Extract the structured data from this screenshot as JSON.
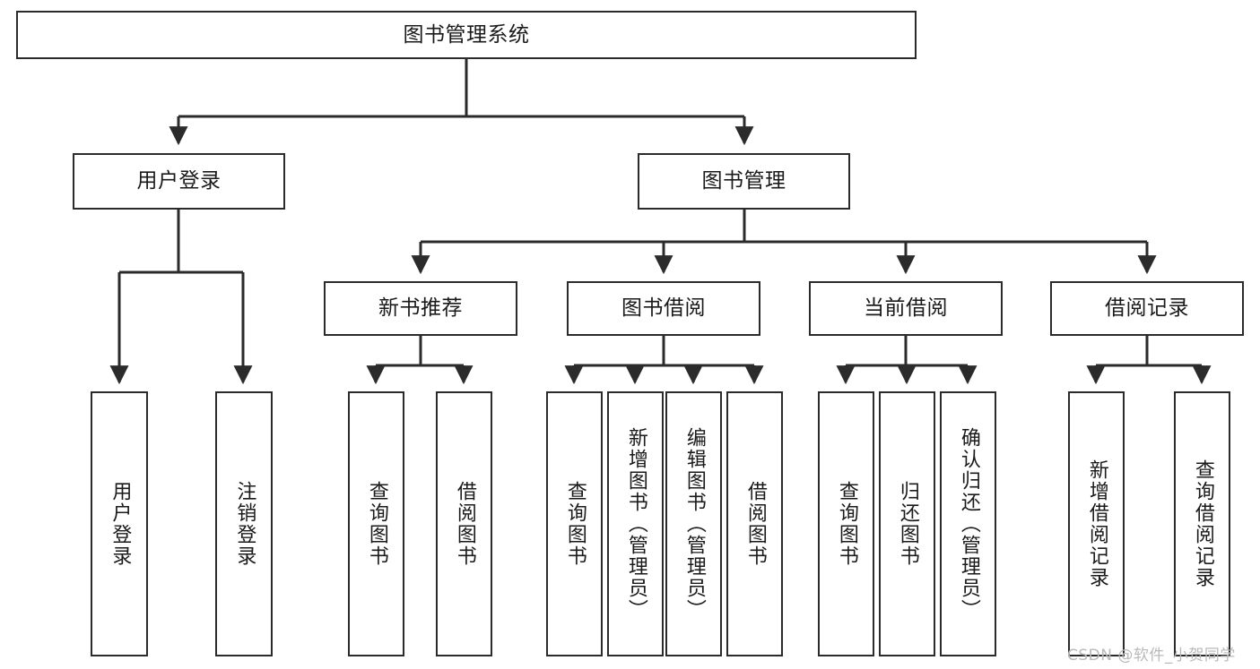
{
  "diagram": {
    "type": "tree-hierarchy-chart",
    "title": "图书管理系统",
    "line_color": "#2b2b2b",
    "box_fill": "#ffffff",
    "text_color": "#1a1a1a",
    "levels": 4
  },
  "nodes": {
    "root": {
      "label": "图书管理系统",
      "orientation": "horizontal"
    },
    "level2": [
      {
        "id": "user-login",
        "label": "用户登录",
        "orientation": "horizontal"
      },
      {
        "id": "book-management",
        "label": "图书管理",
        "orientation": "horizontal"
      }
    ],
    "level3": [
      {
        "id": "new-book-recommend",
        "label": "新书推荐",
        "orientation": "horizontal"
      },
      {
        "id": "book-borrow",
        "label": "图书借阅",
        "orientation": "horizontal"
      },
      {
        "id": "current-borrow",
        "label": "当前借阅",
        "orientation": "horizontal"
      },
      {
        "id": "borrow-record",
        "label": "借阅记录",
        "orientation": "horizontal"
      }
    ],
    "leaves": {
      "user_login": [
        {
          "id": "leaf-user-login",
          "label": "用户登录"
        },
        {
          "id": "leaf-logout-login",
          "label": "注销登录"
        }
      ],
      "new_book_recommend": [
        {
          "id": "leaf-query-book-1",
          "label": "查询图书"
        },
        {
          "id": "leaf-borrow-book-1",
          "label": "借阅图书"
        }
      ],
      "book_borrow": [
        {
          "id": "leaf-query-book-2",
          "label": "查询图书"
        },
        {
          "id": "leaf-add-book",
          "label": "新增图书（管理员）"
        },
        {
          "id": "leaf-edit-book",
          "label": "编辑图书（管理员）"
        },
        {
          "id": "leaf-borrow-book-2",
          "label": "借阅图书"
        }
      ],
      "current_borrow": [
        {
          "id": "leaf-query-book-3",
          "label": "查询图书"
        },
        {
          "id": "leaf-return-book",
          "label": "归还图书"
        },
        {
          "id": "leaf-confirm-return",
          "label": "确认归还（管理员）"
        }
      ],
      "borrow_record": [
        {
          "id": "leaf-add-record",
          "label": "新增借阅记录"
        },
        {
          "id": "leaf-query-record",
          "label": "查询借阅记录"
        }
      ]
    }
  },
  "watermark": {
    "text": "CSDN @软件_小贺同学",
    "color": "#b9b9b9"
  }
}
